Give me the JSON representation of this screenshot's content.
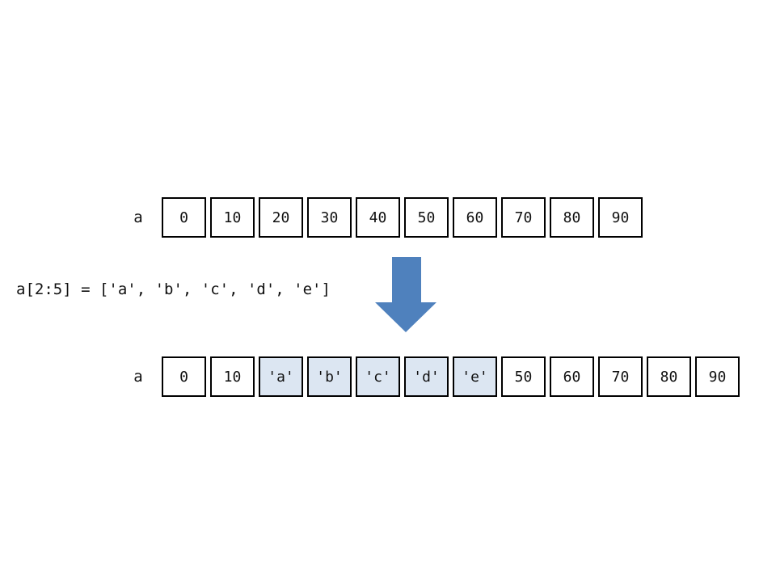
{
  "before": {
    "var_name": "a",
    "cells": [
      {
        "value": "0",
        "highlighted": false
      },
      {
        "value": "10",
        "highlighted": false
      },
      {
        "value": "20",
        "highlighted": false
      },
      {
        "value": "30",
        "highlighted": false
      },
      {
        "value": "40",
        "highlighted": false
      },
      {
        "value": "50",
        "highlighted": false
      },
      {
        "value": "60",
        "highlighted": false
      },
      {
        "value": "70",
        "highlighted": false
      },
      {
        "value": "80",
        "highlighted": false
      },
      {
        "value": "90",
        "highlighted": false
      }
    ]
  },
  "operation": {
    "code": "a[2:5] = ['a', 'b', 'c', 'd', 'e']"
  },
  "after": {
    "var_name": "a",
    "cells": [
      {
        "value": "0",
        "highlighted": false
      },
      {
        "value": "10",
        "highlighted": false
      },
      {
        "value": "'a'",
        "highlighted": true
      },
      {
        "value": "'b'",
        "highlighted": true
      },
      {
        "value": "'c'",
        "highlighted": true
      },
      {
        "value": "'d'",
        "highlighted": true
      },
      {
        "value": "'e'",
        "highlighted": true
      },
      {
        "value": "50",
        "highlighted": false
      },
      {
        "value": "60",
        "highlighted": false
      },
      {
        "value": "70",
        "highlighted": false
      },
      {
        "value": "80",
        "highlighted": false
      },
      {
        "value": "90",
        "highlighted": false
      }
    ]
  },
  "colors": {
    "highlight_fill": "#dce6f2",
    "arrow_fill": "#4f81bd",
    "cell_border": "#000000"
  }
}
